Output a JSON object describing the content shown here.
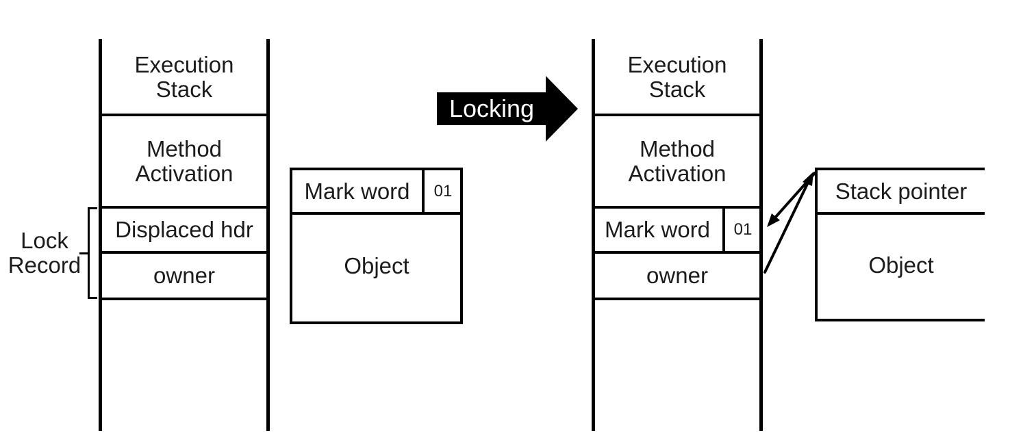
{
  "colors": {
    "line": "#000000",
    "text": "#1c1c1c",
    "arrow_fill": "#000000",
    "arrow_text": "#ffffff",
    "background": "#ffffff"
  },
  "transition": {
    "label": "Locking"
  },
  "before": {
    "stack": {
      "execution_stack": "Execution\nStack",
      "method_activation": "Method\nActivation",
      "lock_record": {
        "bracket_label": "Lock\nRecord",
        "displaced_hdr": "Displaced hdr",
        "owner": "owner"
      }
    },
    "object": {
      "mark_word": "Mark word",
      "tag_bits": "01",
      "label": "Object"
    }
  },
  "after": {
    "stack": {
      "execution_stack": "Execution\nStack",
      "method_activation": "Method\nActivation",
      "mark_word": "Mark word",
      "tag_bits": "01",
      "owner": "owner"
    },
    "object": {
      "stack_pointer": "Stack pointer",
      "label": "Object"
    }
  }
}
